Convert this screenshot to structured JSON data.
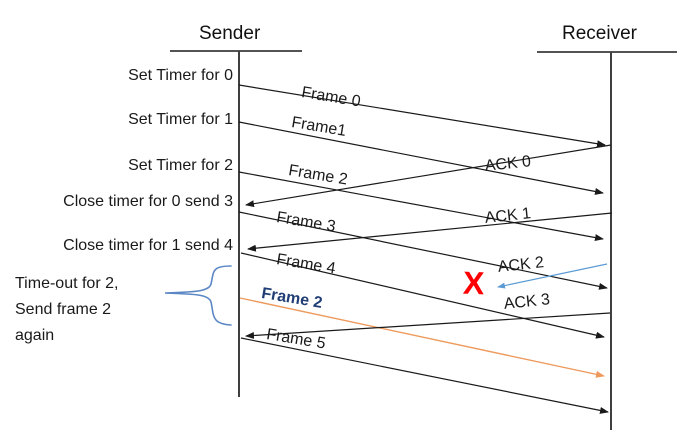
{
  "titles": {
    "sender": "Sender",
    "receiver": "Receiver"
  },
  "left_labels": [
    {
      "text": "Set Timer for 0"
    },
    {
      "text": "Set Timer for 1"
    },
    {
      "text": "Set Timer for 2"
    },
    {
      "text": "Close timer for 0 send 3"
    },
    {
      "text": "Close timer for 1 send 4"
    }
  ],
  "timeout_note": {
    "line1": "Time-out for 2,",
    "line2": "Send frame 2",
    "line3": "again"
  },
  "frame_labels": [
    {
      "text": "Frame 0"
    },
    {
      "text": "Frame1"
    },
    {
      "text": "Frame 2"
    },
    {
      "text": "Frame 3"
    },
    {
      "text": "Frame 4"
    },
    {
      "text": "Frame 2"
    },
    {
      "text": "Frame 5"
    }
  ],
  "ack_labels": [
    {
      "text": "ACK 0"
    },
    {
      "text": "ACK 1"
    },
    {
      "text": "ACK 2"
    },
    {
      "text": "ACK 3"
    }
  ],
  "lost_mark": "X",
  "colors": {
    "line": "#1a1a1a",
    "lifeline": "#3f3f3f",
    "retransmit_orange": "#ED9A5C",
    "lost_ack_blue": "#5B9BD5",
    "brace_blue": "#5B87C5",
    "retransmit_text_blue": "#203E75",
    "x_red": "#FF0000"
  }
}
